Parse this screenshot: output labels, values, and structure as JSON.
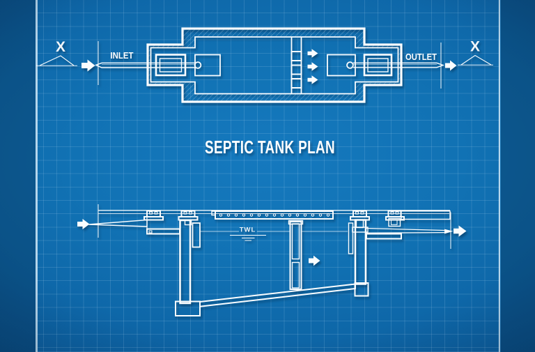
{
  "drawing": {
    "title": "SEPTIC TANK PLAN",
    "plan_view": {
      "inlet_label": "INLET",
      "outlet_label": "OUTLET",
      "left_section_marker": "X",
      "right_section_marker": "X",
      "flow_direction": "left-to-right"
    },
    "section_view": {
      "water_level_label": "TWL"
    },
    "icons": {
      "flow_arrow": "block-arrow-right",
      "section_cut_marker": "x-over-triangle",
      "water_level_symbol": "three-stacked-lines",
      "vent_holes": "row-of-small-circles"
    },
    "colors": {
      "background_center": "#1579BE",
      "background_edge": "#094A81",
      "side_band": "rgba(3,30,56,0.30)",
      "border_line": "#E4F3FC",
      "line": "#FAFDFF",
      "grid": "rgba(205,231,250,0.15)"
    }
  }
}
